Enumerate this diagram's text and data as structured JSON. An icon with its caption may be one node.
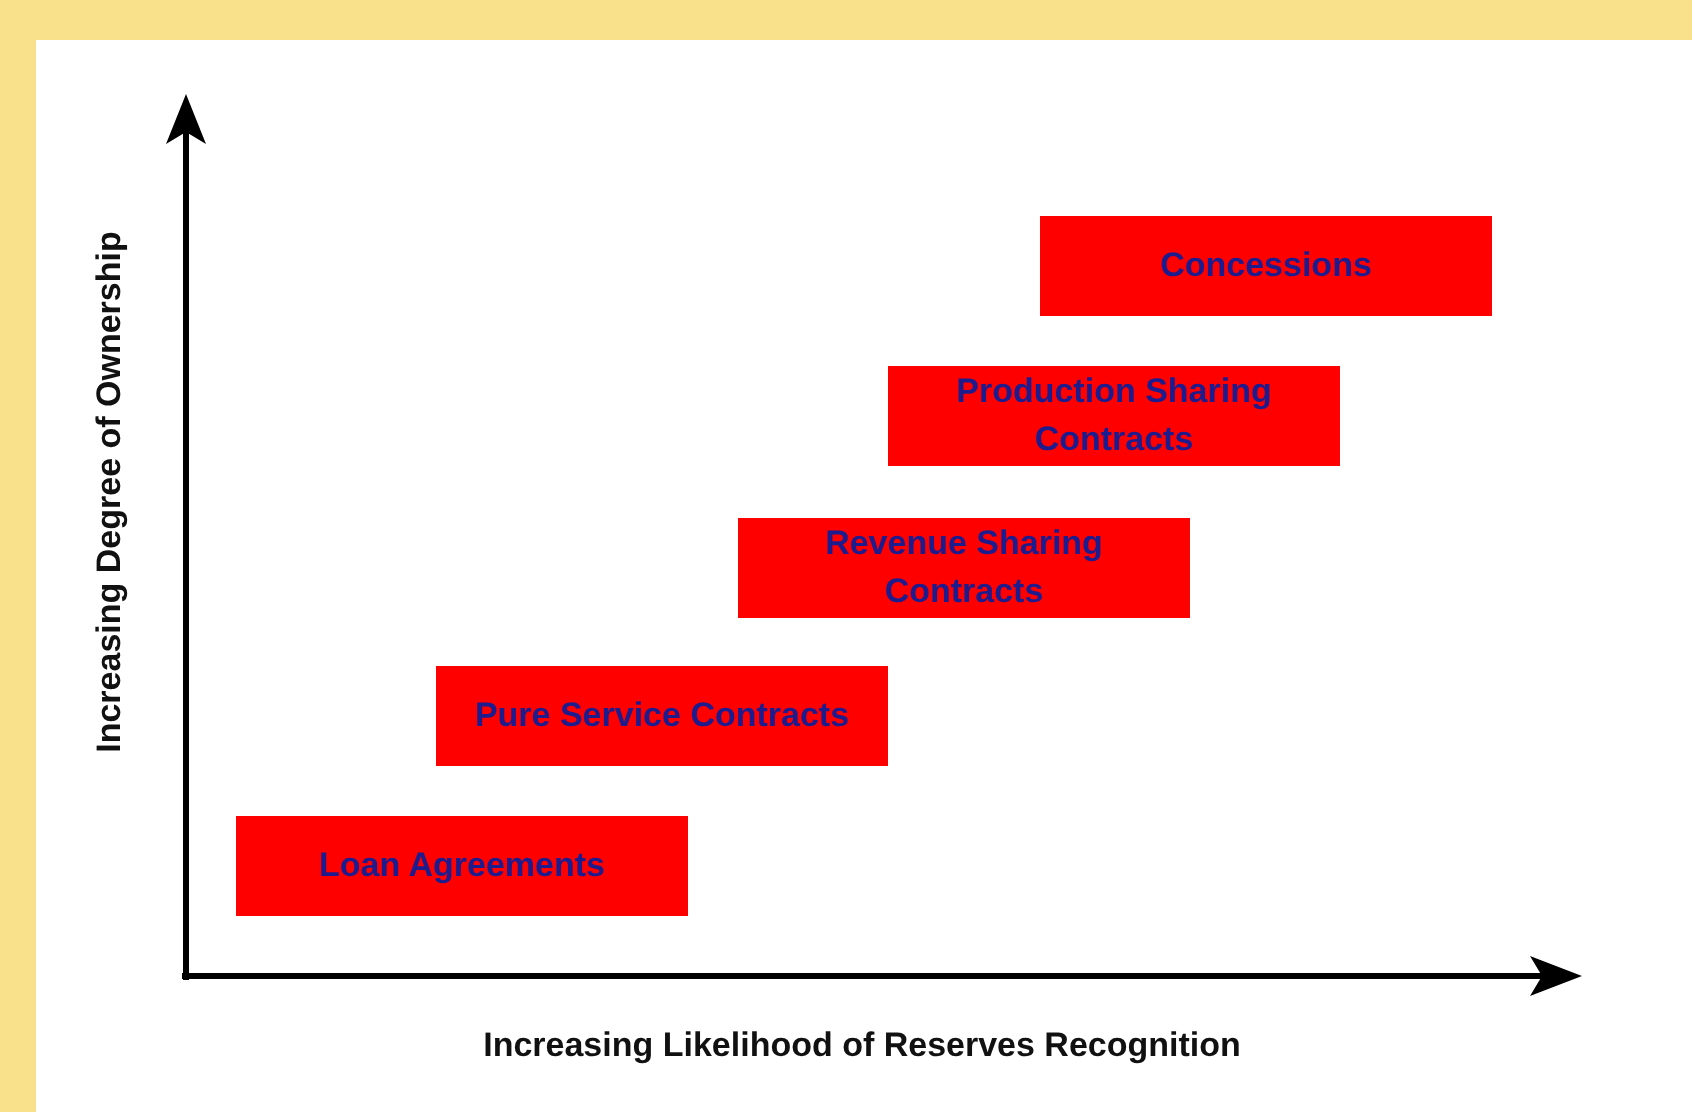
{
  "diagram": {
    "nodes": [
      {
        "text": [
          "Loan Agreements"
        ]
      },
      {
        "text": [
          "Pure Service Contracts"
        ]
      },
      {
        "text": [
          "Revenue Sharing Contracts"
        ]
      },
      {
        "text": [
          "Production Sharing Contracts"
        ]
      },
      {
        "text": [
          "Concessions"
        ]
      }
    ],
    "labels": [
      "Increasing Degree of Ownership",
      "Increasing Likelihood of Reserves Recognition"
    ]
  }
}
